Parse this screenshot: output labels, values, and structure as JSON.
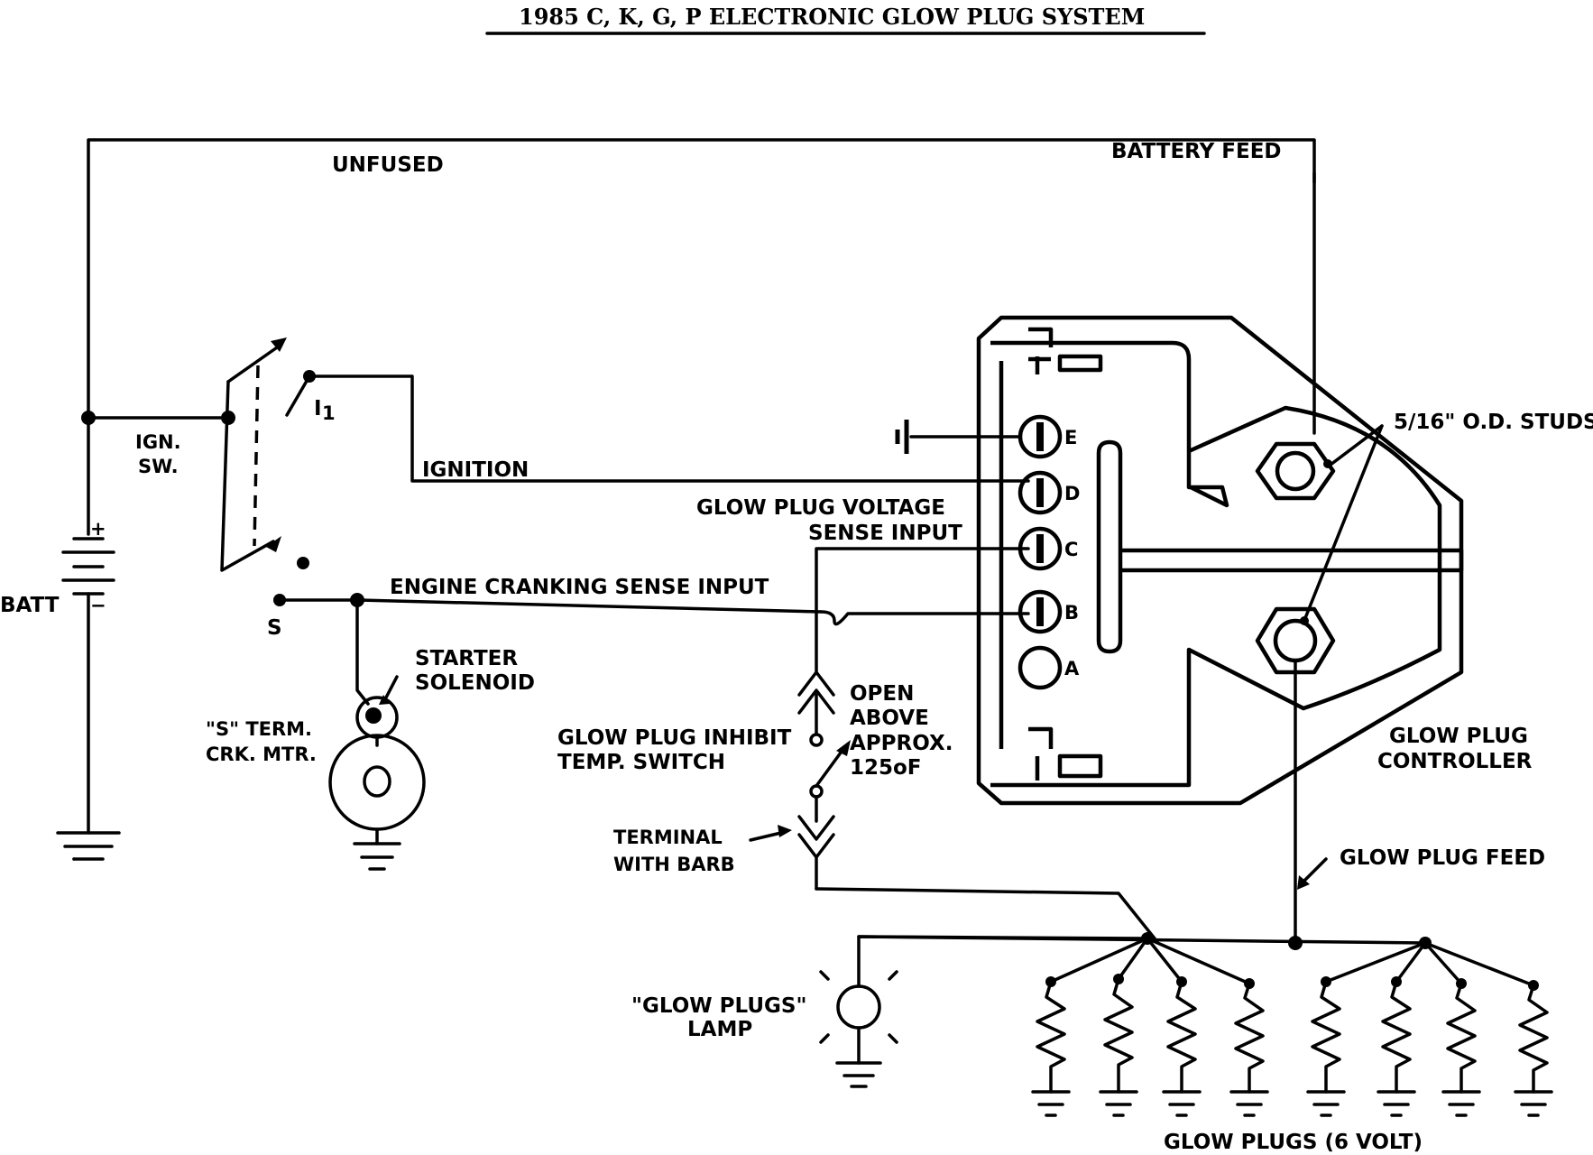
{
  "title": "1985 C, K, G, P  ELECTRONIC GLOW PLUG SYSTEM",
  "labels": {
    "unfused": "UNFUSED",
    "battery_feed": "BATTERY FEED",
    "ign_sw_1": "IGN.",
    "ign_sw_2": "SW.",
    "i1": "I",
    "i1_sub": "1",
    "ignition": "IGNITION",
    "batt": "BATT",
    "plus": "+",
    "minus": "−",
    "s": "S",
    "engine_cranking": "ENGINE CRANKING SENSE INPUT",
    "gp_voltage_1": "GLOW PLUG VOLTAGE",
    "gp_voltage_2": "SENSE INPUT",
    "starter_1": "STARTER",
    "starter_2": "SOLENOID",
    "s_term_1": "\"S\" TERM.",
    "s_term_2": "CRK. MTR.",
    "inhibit_1": "GLOW PLUG INHIBIT",
    "inhibit_2": "TEMP. SWITCH",
    "open_1": "OPEN",
    "open_2": "ABOVE",
    "open_3": "APPROX.",
    "open_4": "125oF",
    "terminal_1": "TERMINAL",
    "terminal_2": "WITH BARB",
    "lamp_1": "\"GLOW PLUGS\"",
    "lamp_2": "LAMP",
    "studs": "5/16\" O.D. STUDS",
    "controller_1": "GLOW PLUG",
    "controller_2": "CONTROLLER",
    "gp_feed": "GLOW PLUG FEED",
    "glow_plugs": "GLOW PLUGS (6 VOLT)",
    "pin_e": "E",
    "pin_d": "D",
    "pin_c": "C",
    "pin_b": "B",
    "pin_a": "A"
  }
}
